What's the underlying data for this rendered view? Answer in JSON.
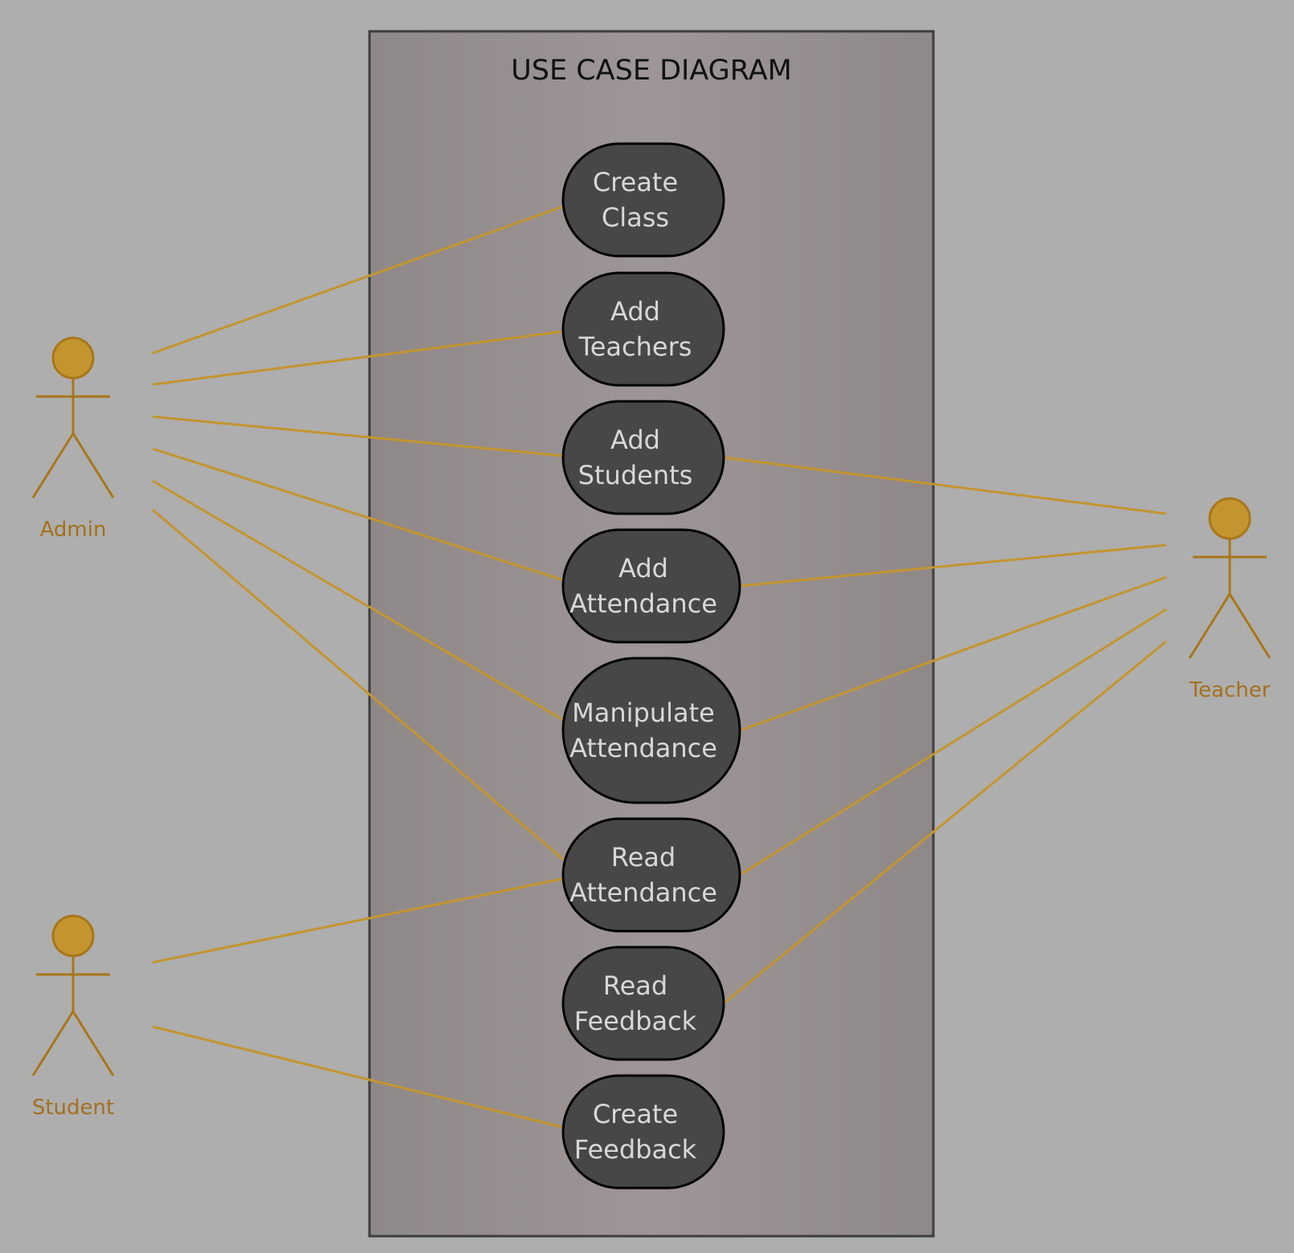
{
  "diagram": {
    "title": "USE CASE DIAGRAM",
    "colors": {
      "page_background": "#aeaeae",
      "boundary_fill_center": "#9e9696",
      "boundary_fill_edge": "#8f8888",
      "boundary_stroke": "#3d3d3d",
      "usecase_fill": "#474747",
      "usecase_stroke": "#000000",
      "usecase_text": "#d8d8d8",
      "actor_fill": "#c4952f",
      "actor_stroke": "#a97619",
      "actor_label": "#a4701e",
      "connector": "#c4952f"
    },
    "actors": [
      {
        "id": "admin",
        "label": "Admin",
        "icon": "stick-figure-icon"
      },
      {
        "id": "student",
        "label": "Student",
        "icon": "stick-figure-icon"
      },
      {
        "id": "teacher",
        "label": "Teacher",
        "icon": "stick-figure-icon"
      }
    ],
    "use_cases": [
      {
        "id": "create-class",
        "lines": [
          "Create",
          "Class"
        ]
      },
      {
        "id": "add-teachers",
        "lines": [
          "Add",
          "Teachers"
        ]
      },
      {
        "id": "add-students",
        "lines": [
          "Add",
          "Students"
        ]
      },
      {
        "id": "add-attendance",
        "lines": [
          "Add",
          "Attendance"
        ]
      },
      {
        "id": "manipulate-attendance",
        "lines": [
          "Manipulate",
          "Attendance"
        ]
      },
      {
        "id": "read-attendance",
        "lines": [
          "Read",
          "Attendance"
        ]
      },
      {
        "id": "read-feedback",
        "lines": [
          "Read",
          "Feedback"
        ]
      },
      {
        "id": "create-feedback",
        "lines": [
          "Create",
          "Feedback"
        ]
      }
    ],
    "associations": [
      {
        "actor": "admin",
        "use_case": "create-class"
      },
      {
        "actor": "admin",
        "use_case": "add-teachers"
      },
      {
        "actor": "admin",
        "use_case": "add-students"
      },
      {
        "actor": "admin",
        "use_case": "add-attendance"
      },
      {
        "actor": "admin",
        "use_case": "manipulate-attendance"
      },
      {
        "actor": "admin",
        "use_case": "read-attendance"
      },
      {
        "actor": "student",
        "use_case": "read-attendance"
      },
      {
        "actor": "student",
        "use_case": "create-feedback"
      },
      {
        "actor": "teacher",
        "use_case": "add-students"
      },
      {
        "actor": "teacher",
        "use_case": "add-attendance"
      },
      {
        "actor": "teacher",
        "use_case": "manipulate-attendance"
      },
      {
        "actor": "teacher",
        "use_case": "read-attendance"
      },
      {
        "actor": "teacher",
        "use_case": "read-feedback"
      }
    ]
  }
}
